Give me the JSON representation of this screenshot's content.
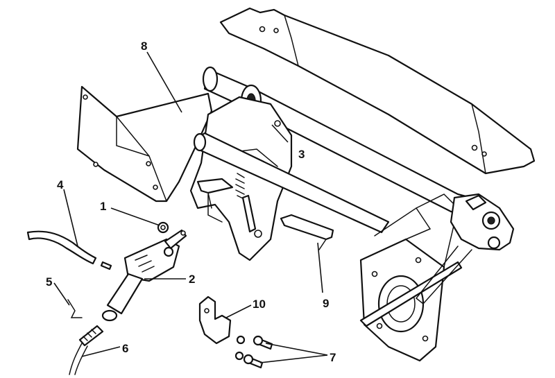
{
  "callouts": [
    {
      "key": "1",
      "label": "1"
    },
    {
      "key": "2",
      "label": "2"
    },
    {
      "key": "3",
      "label": "3"
    },
    {
      "key": "4",
      "label": "4"
    },
    {
      "key": "5",
      "label": "5"
    },
    {
      "key": "6",
      "label": "6"
    },
    {
      "key": "7",
      "label": "7"
    },
    {
      "key": "8",
      "label": "8"
    },
    {
      "key": "9",
      "label": "9"
    },
    {
      "key": "10",
      "label": "10"
    }
  ],
  "colors": {
    "line": "#111111",
    "fill": "#ffffff"
  }
}
